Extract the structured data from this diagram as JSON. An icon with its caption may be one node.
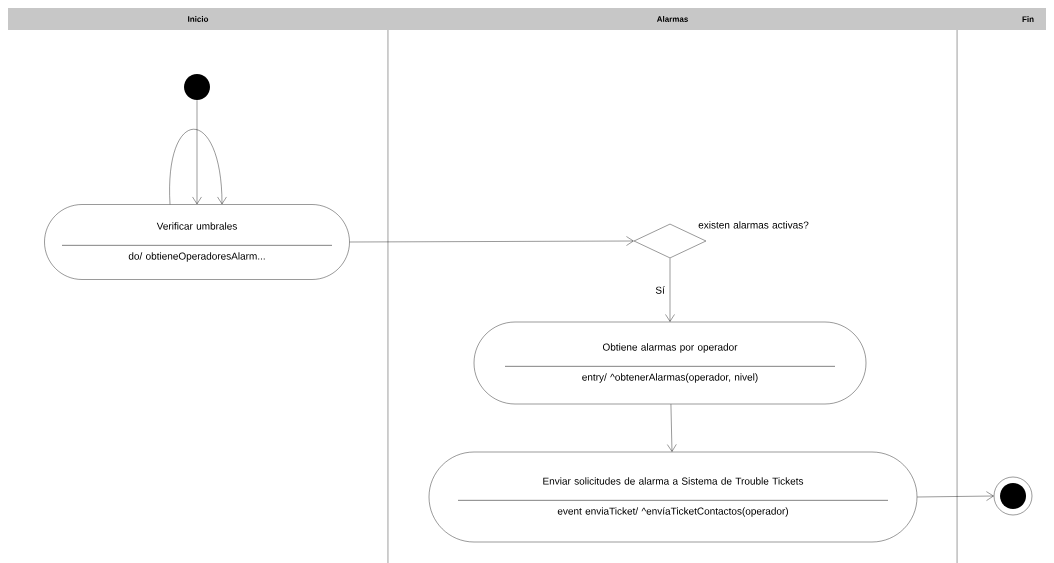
{
  "diagram": {
    "nodes": [
      {
        "text": [
          "Inicio"
        ]
      },
      {
        "text": [
          "Alarmas"
        ]
      },
      {
        "text": [
          "Fin"
        ]
      },
      {
        "text": [],
        "shape": "circle",
        "in": 0
      },
      {
        "text": [
          "Verificar umbrales",
          "do/ obtieneOperadoresAlarm..."
        ],
        "in": 0
      },
      {
        "text": [],
        "shape": "diamond",
        "in": 1,
        "beside": [
          "existen alarmas activas?"
        ]
      },
      {
        "text": [
          "Obtiene alarmas por operador",
          "entry/ ^obtenerAlarmas(operador, nivel)"
        ],
        "in": 1
      },
      {
        "text": [
          "Enviar solicitudes de alarma a Sistema de Trouble Tickets",
          "event enviaTicket/ ^envíaTicketContactos(operador)"
        ],
        "in": 1
      },
      {
        "text": [],
        "shape": "circle",
        "in": 2
      }
    ],
    "edges": [
      {
        "from": 3,
        "to": 4,
        "arrow": "to"
      },
      {
        "from": 4,
        "to": 4,
        "arrow": "to"
      },
      {
        "from": 4,
        "to": 5,
        "arrow": "to"
      },
      {
        "from": 5,
        "to": 6,
        "arrow": "to",
        "label": "Sí"
      },
      {
        "from": 6,
        "to": 7,
        "arrow": "to"
      },
      {
        "from": 7,
        "to": 8,
        "arrow": "to"
      }
    ]
  }
}
